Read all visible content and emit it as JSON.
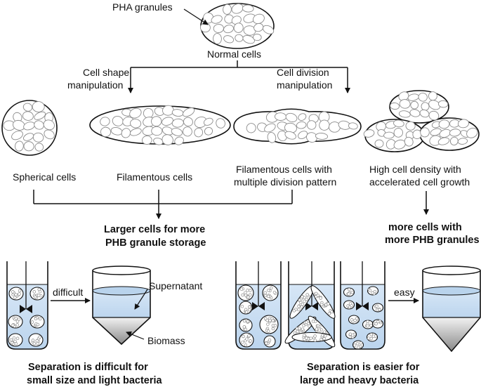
{
  "diagram": {
    "labels": {
      "pha_granules": "PHA granules",
      "normal_cells": "Normal cells",
      "cell_shape_1": "Cell shape",
      "cell_shape_2": "manipulation",
      "cell_division_1": "Cell division",
      "cell_division_2": "manipulation",
      "spherical": "Spherical cells",
      "filamentous": "Filamentous cells",
      "filamentous_multi_1": "Filamentous cells with",
      "filamentous_multi_2": "multiple division pattern",
      "high_density_1": "High cell density with",
      "high_density_2": "accelerated cell growth",
      "larger_cells_1": "Larger cells for more",
      "larger_cells_2": "PHB granule storage",
      "more_cells_1": "more cells with",
      "more_cells_2": "more PHB granules",
      "difficult": "difficult",
      "easy": "easy",
      "supernatant": "Supernatant",
      "biomass": "Biomass",
      "sep_difficult_1": "Separation is difficult for",
      "sep_difficult_2": "small size and light bacteria",
      "sep_easier_1": "Separation is easier for",
      "sep_easier_2": "large and heavy bacteria"
    },
    "colors": {
      "liquid": "#c9ddf2",
      "liquid_dark": "#9fc2e6",
      "biomass_light": "#f2f2f2",
      "biomass_dark": "#8a8a8a",
      "ink": "#111111",
      "granule_fill": "#ffffff",
      "granule_stroke": "#9a9a9a"
    }
  }
}
